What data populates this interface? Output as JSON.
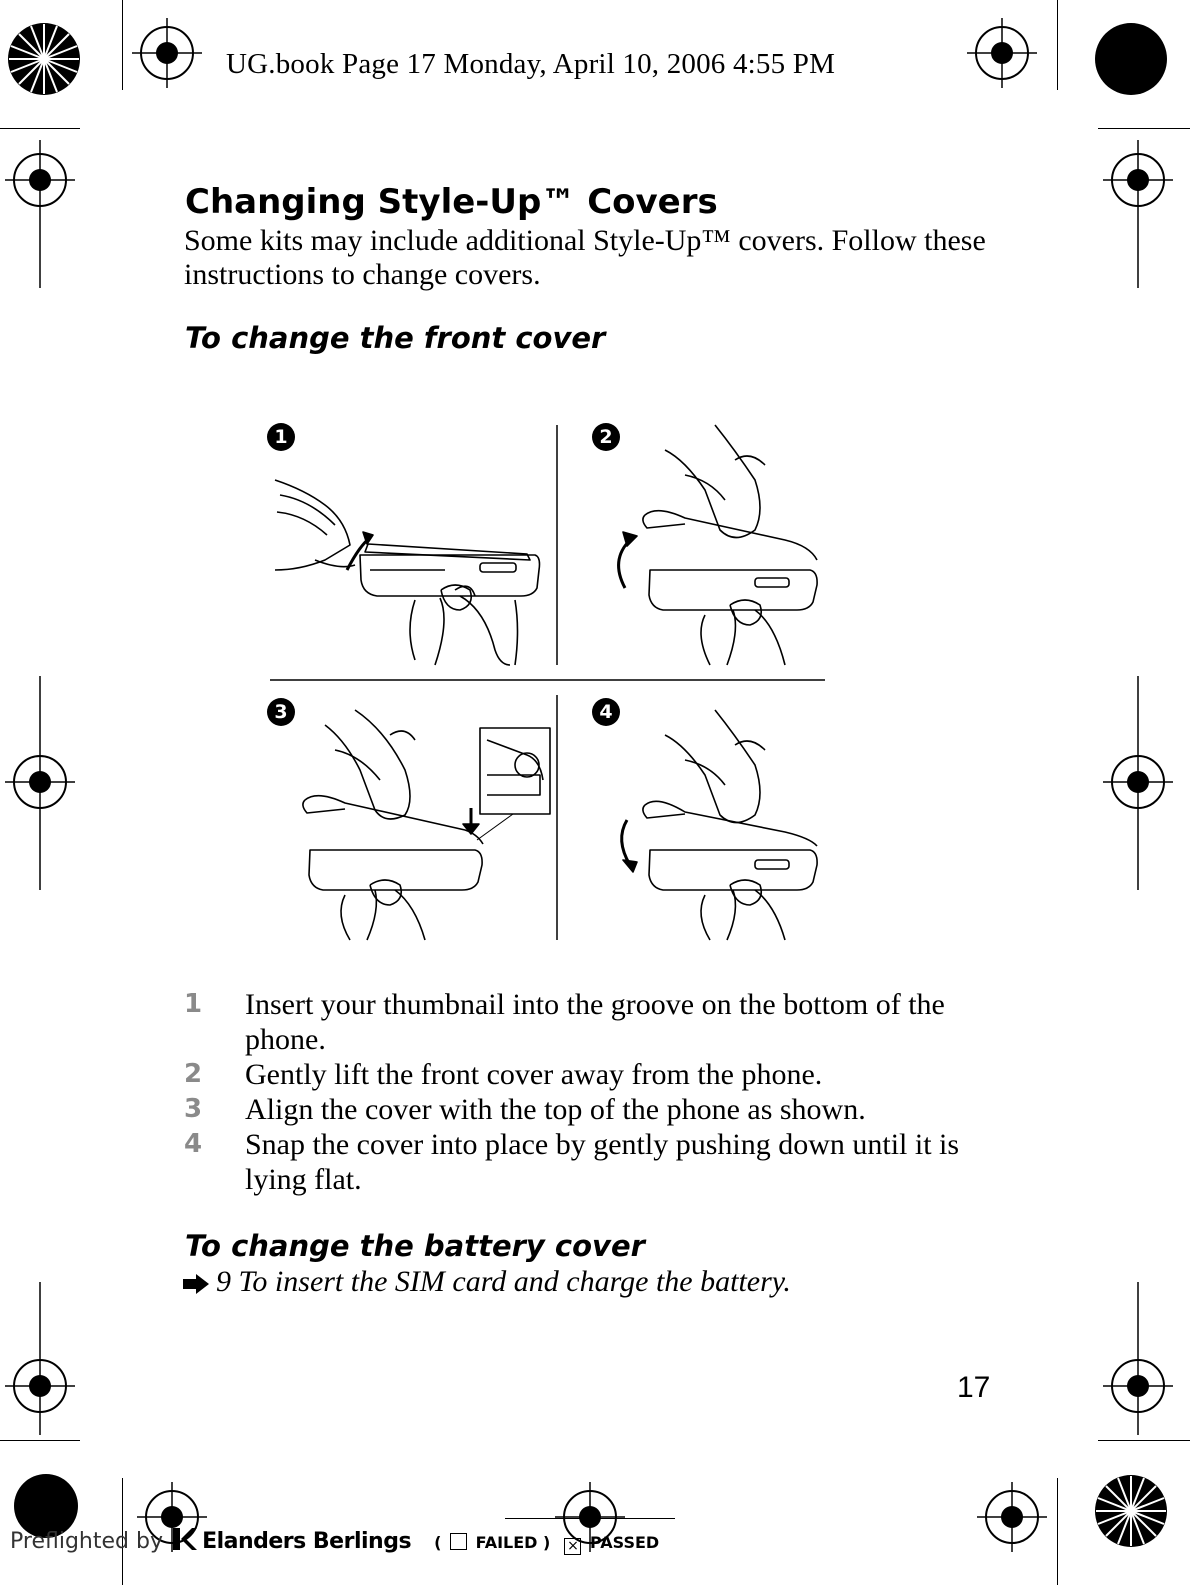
{
  "print_header": "UG.book  Page 17  Monday, April 10, 2006  4:55 PM",
  "heading": "Changing Style-Up™ Covers",
  "intro": "Some kits may include additional Style-Up™ covers. Follow these instructions to change covers.",
  "section_front": {
    "title": "To change the front cover",
    "figure": {
      "panel_labels": [
        "1",
        "2",
        "3",
        "4"
      ]
    },
    "steps": [
      {
        "num": "1",
        "text": "Insert your thumbnail into the groove on the bottom of the phone."
      },
      {
        "num": "2",
        "text": "Gently lift the front cover away from the phone."
      },
      {
        "num": "3",
        "text": "Align the cover with the top of the phone as shown."
      },
      {
        "num": "4",
        "text": "Snap the cover into place by gently pushing down until it is lying flat."
      }
    ]
  },
  "section_battery": {
    "title": "To change the battery cover",
    "xref_icon": "arrow-right-icon",
    "xref_text": "9 To insert the SIM card and charge the battery."
  },
  "page_number": "17",
  "footer": {
    "preflight": "Preflighted by",
    "brand": "Elanders Berlings",
    "failed_label": "FAILED",
    "passed_label": "PASSED",
    "failed_mark": "",
    "passed_mark": "×"
  }
}
